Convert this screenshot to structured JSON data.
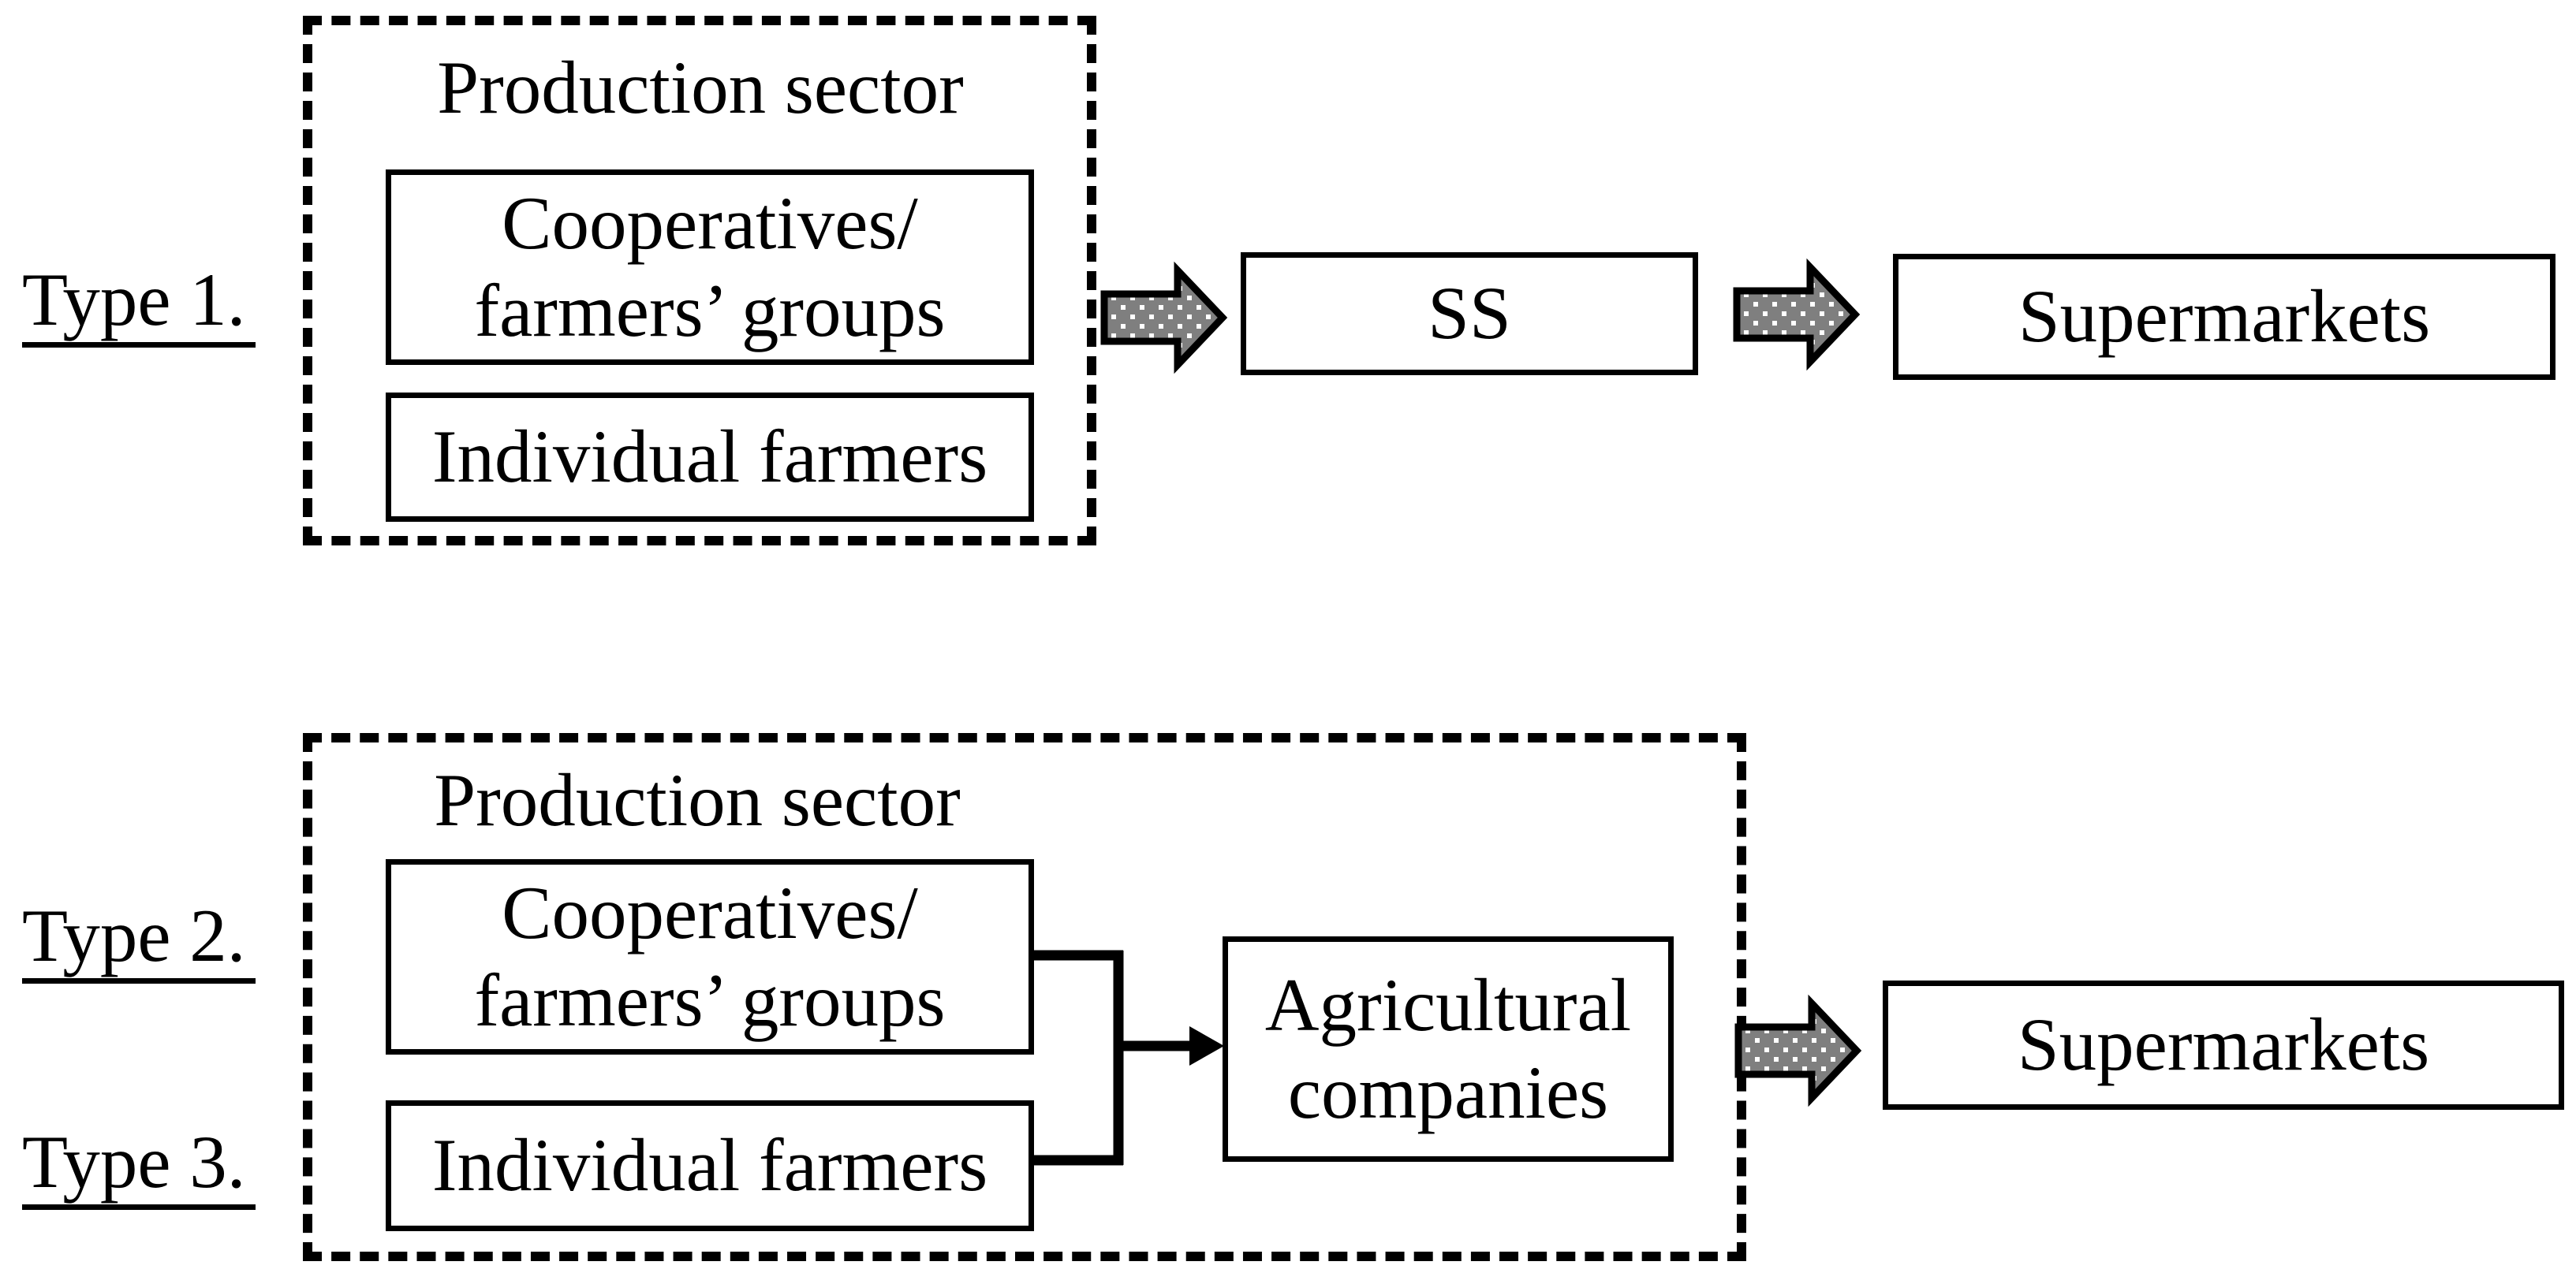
{
  "diagram": {
    "background_color": "#ffffff",
    "ink_color": "#000000",
    "row_labels": {
      "type1": "Type 1.",
      "type2": "Type 2.",
      "type3": "Type 3."
    },
    "production_sector": {
      "title": "Production sector",
      "cooperatives_line1": "Cooperatives/",
      "cooperatives_line2": "farmers’ groups",
      "individual_farmers": "Individual farmers"
    },
    "nodes": {
      "ss": "SS",
      "agricultural_line1": "Agricultural",
      "agricultural_line2": "companies",
      "supermarkets": "Supermarkets"
    },
    "flow_arrow": {
      "style": "dotted-block-arrow",
      "fill_color": "#7f7f7f",
      "dot_color": "#ffffff",
      "outline_color": "#000000"
    }
  }
}
